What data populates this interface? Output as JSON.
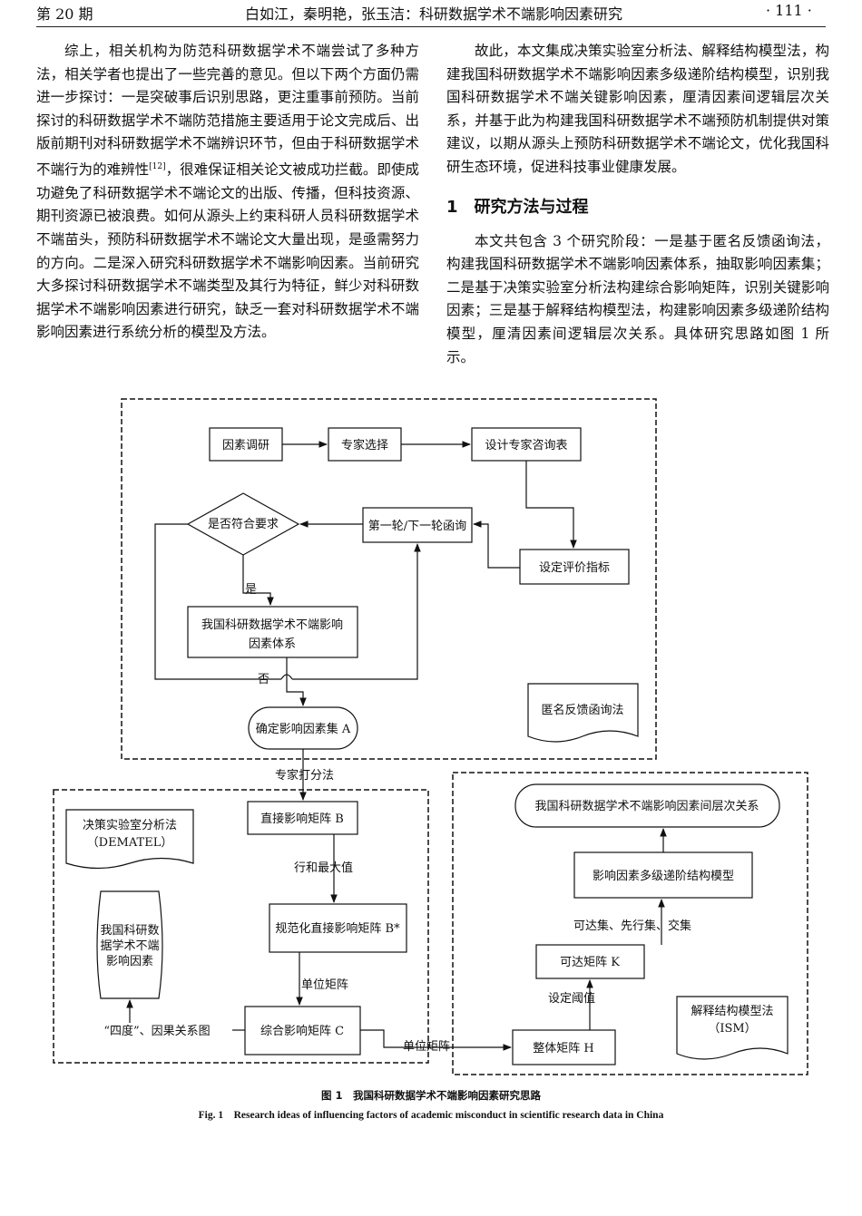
{
  "header": {
    "issue": "第 20 期",
    "authors_title": "白如江，秦明艳，张玉洁：科研数据学术不端影响因素研究",
    "page_number": "· 111 ·"
  },
  "left_column": {
    "para1_a": "综上，相关机构为防范科研数据学术不端尝试了多种方法，相关学者也提出了一些完善的意见。但以下两个方面仍需进一步探讨：一是突破事后识别思路，更注重事前预防。当前探讨的科研数据学术不端防范措施主要适用于论文完成后、出版前期刊对科研数据学术不端辨识环节，但由于科研数据学术不端行为的难辨性",
    "para1_ref": "[12]",
    "para1_b": "，很难保证相关论文被成功拦截。即使成功避免了科研数据学术不端论文的出版、传播，但科技资源、期刊资源已被浪费。如何从源头上约束科研人员科研数据学术不端苗头，预防科研数据学术不端论文大量出现，是亟需努力的方向。二是深入研究科研数据学术不端影响因素。当前研究大多探讨科研数据学术不端类型及其行为特征，鲜少对科研数据学术不端影响因素进行研究，缺乏一套对科研数据学术不端影响因素进行系统分析的模型及方法。"
  },
  "right_column": {
    "para1": "故此，本文集成决策实验室分析法、解释结构模型法，构建我国科研数据学术不端影响因素多级递阶结构模型，识别我国科研数据学术不端关键影响因素，厘清因素间逻辑层次关系，并基于此为构建我国科研数据学术不端预防机制提供对策建议，以期从源头上预防科研数据学术不端论文，优化我国科研生态环境，促进科技事业健康发展。",
    "section_number": "1",
    "section_title": "研究方法与过程",
    "para2": "本文共包含 3 个研究阶段：一是基于匿名反馈函询法，构建我国科研数据学术不端影响因素体系，抽取影响因素集；二是基于决策实验室分析法构建综合影响矩阵，识别关键影响因素；三是基于解释结构模型法，构建影响因素多级递阶结构模型，厘清因素间逻辑层次关系。具体研究思路如图 1 所示。"
  },
  "figure": {
    "stage1": {
      "factor_survey": "因素调研",
      "expert_selection": "专家选择",
      "design_questionnaire": "设计专家咨询表",
      "set_indicators": "设定评价指标",
      "round_inquiry": "第一轮/下一轮函询",
      "decision": "是否符合要求",
      "yes": "是",
      "no": "否",
      "system_line1": "我国科研数据学术不端影响",
      "system_line2": "因素体系",
      "factor_set": "确定影响因素集 A",
      "method_label": "匿名反馈函询法"
    },
    "link_label": "专家打分法",
    "stage2": {
      "method_line1": "决策实验室分析法",
      "method_line2": "（DEMATEL）",
      "direct_matrix": "直接影响矩阵 B",
      "row_max": "行和最大值",
      "normalized_matrix": "规范化直接影响矩阵 B*",
      "identity": "单位矩阵",
      "total_matrix": "综合影响矩阵 C",
      "four_degrees": "“四度”、因果关系图",
      "factors_line1": "我国科研数",
      "factors_line2": "据学术不端",
      "factors_line3": "影响因素"
    },
    "stage3": {
      "identity": "单位矩阵",
      "overall_matrix": "整体矩阵 H",
      "threshold": "设定阈值",
      "reach_matrix": "可达矩阵 K",
      "sets": "可达集、先行集、交集",
      "hierarchy_model": "影响因素多级递阶结构模型",
      "relation": "我国科研数据学术不端影响因素间层次关系",
      "method_line1": "解释结构模型法",
      "method_line2": "（ISM）"
    },
    "caption_zh": "图 1　我国科研数据学术不端影响因素研究思路",
    "caption_en": "Fig. 1　Research ideas of influencing factors of academic misconduct in scientific research data in China"
  }
}
